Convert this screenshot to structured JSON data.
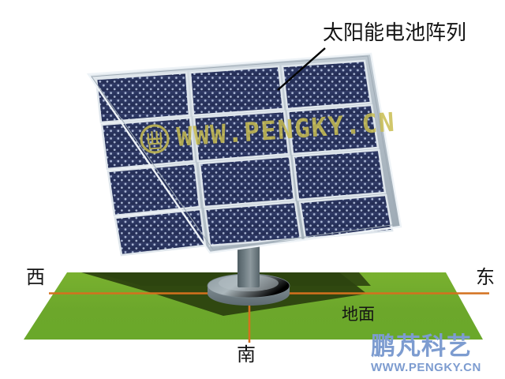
{
  "diagram": {
    "title_label": "太阳能电池阵列",
    "ground_label": "地面",
    "compass": {
      "west": "西",
      "east": "东",
      "south": "南"
    },
    "watermark": {
      "panel_text": "WWW.PENGKY.CN",
      "logo_mark": "pengky-circle-logo"
    },
    "brand": {
      "name_cn": "鹏芃科艺",
      "url": "WWW.PENGKY.CN"
    },
    "panel": {
      "columns": 3,
      "rows": 4,
      "cell_columns": 10,
      "cell_rows": 6
    },
    "colors": {
      "ground_light": "#6CA72B",
      "ground_shadow": "#2E4410",
      "axis_orange": "#D4711E",
      "panel_cell": "#2A3560",
      "panel_frame": "#C9D2DA",
      "pole_gray": "#6E7C82",
      "brand_blue": "#7d9cd0",
      "watermark_yellow": "#C9BE52",
      "leader_line": "#000000"
    }
  }
}
